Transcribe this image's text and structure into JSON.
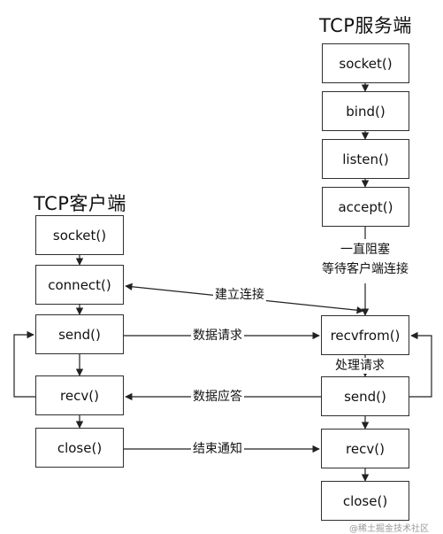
{
  "server": {
    "title": "TCP服务端",
    "boxes": [
      "socket()",
      "bind()",
      "listen()",
      "accept()",
      "recvfrom()",
      "send()",
      "recv()",
      "close()"
    ]
  },
  "client": {
    "title": "TCP客户端",
    "boxes": [
      "socket()",
      "connect()",
      "send()",
      "recv()",
      "close()"
    ]
  },
  "notes": {
    "block_line1": "一直阻塞",
    "block_line2": "等待客户端连接",
    "process": "处理请求"
  },
  "links": {
    "establish": "建立连接",
    "request": "数据请求",
    "response": "数据应答",
    "end_notice": "结束通知"
  },
  "watermark": "@稀土掘金技术社区"
}
